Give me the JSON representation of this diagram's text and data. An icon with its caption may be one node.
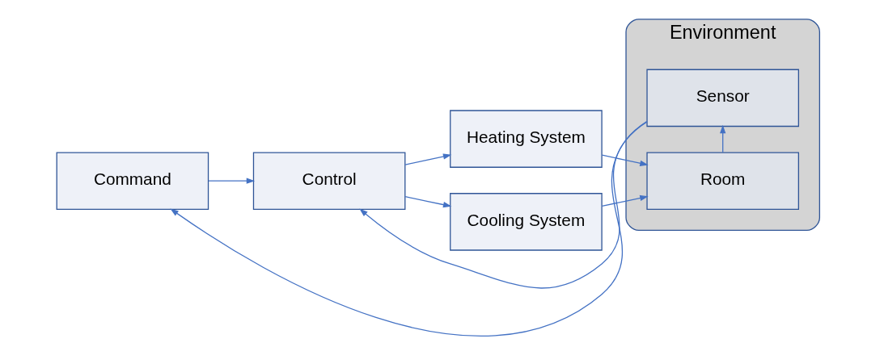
{
  "diagram": {
    "nodes": [
      {
        "text": [
          "Command"
        ]
      },
      {
        "text": [
          "Control"
        ]
      },
      {
        "text": [
          "Heating System"
        ]
      },
      {
        "text": [
          "Cooling System"
        ]
      },
      {
        "text": [
          "Environment"
        ]
      },
      {
        "text": [
          "Room"
        ],
        "in": 4
      },
      {
        "text": [
          "Sensor"
        ],
        "in": 4
      }
    ],
    "edges": [
      {
        "from": 0,
        "to": 1,
        "arrow": "to"
      },
      {
        "from": 1,
        "to": 2,
        "arrow": "to"
      },
      {
        "from": 1,
        "to": 3,
        "arrow": "to"
      },
      {
        "from": 2,
        "to": 5,
        "arrow": "to"
      },
      {
        "from": 3,
        "to": 5,
        "arrow": "to"
      },
      {
        "from": 5,
        "to": 6,
        "arrow": "to"
      },
      {
        "from": 6,
        "to": 0,
        "arrow": "to"
      },
      {
        "from": 6,
        "to": 1,
        "arrow": "to"
      }
    ]
  }
}
